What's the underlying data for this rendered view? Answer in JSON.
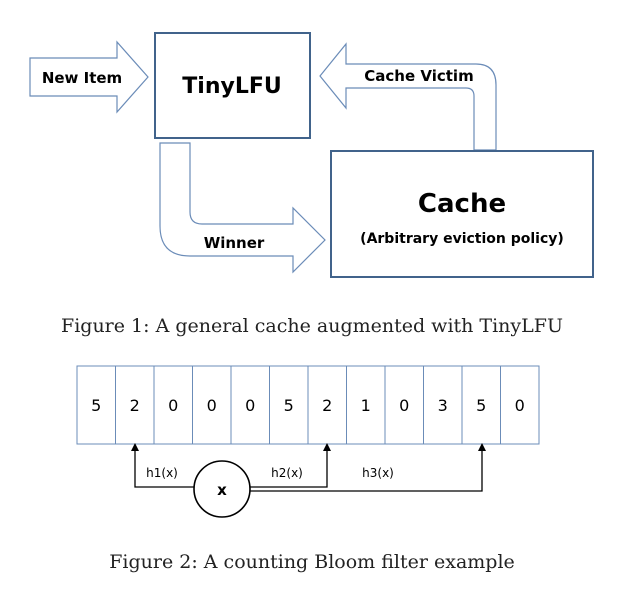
{
  "figure1": {
    "tinylfu_label": "TinyLFU",
    "cache_label": "Cache",
    "cache_sublabel": "(Arbitrary eviction policy)",
    "new_item_label": "New Item",
    "cache_victim_label": "Cache Victim",
    "winner_label": "Winner",
    "caption": "Figure 1: A general cache augmented with TinyLFU"
  },
  "figure2": {
    "counters": [
      "5",
      "2",
      "0",
      "0",
      "0",
      "5",
      "2",
      "1",
      "0",
      "3",
      "5",
      "0"
    ],
    "item_label": "x",
    "hash1_label": "h1(x)",
    "hash2_label": "h2(x)",
    "hash3_label": "h3(x)",
    "caption": "Figure 2: A counting Bloom filter example"
  },
  "colors": {
    "box_border": "#41638b",
    "arrow_border": "#6b8cb8"
  }
}
